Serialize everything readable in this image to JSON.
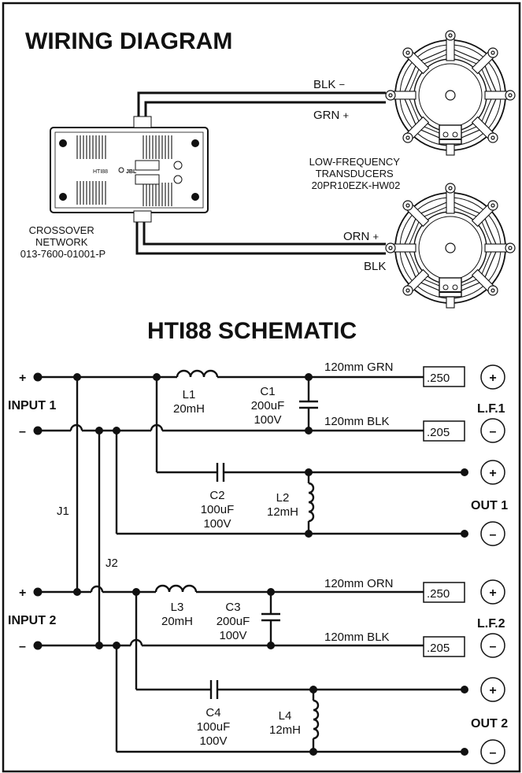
{
  "wiring": {
    "title": "WIRING DIAGRAM",
    "upper_wires": {
      "black": "BLK",
      "black_sign": "−",
      "green": "GRN",
      "green_sign": "+"
    },
    "lower_wires": {
      "orange": "ORN",
      "orange_sign": "+",
      "black": "BLK"
    },
    "transducers": [
      "LOW-FREQUENCY",
      "TRANSDUCERS",
      "20PR10EZK-HW02"
    ],
    "crossover": [
      "CROSSOVER",
      "NETWORK",
      "013-7600-01001-P"
    ],
    "board": {
      "model": "HTI88",
      "brand": "JBL"
    }
  },
  "schematic": {
    "title": "HTI88 SCHEMATIC",
    "input1": "INPUT 1",
    "input2": "INPUT 2",
    "plus": "+",
    "minus": "–",
    "jumpers": {
      "j1": "J1",
      "j2": "J2"
    },
    "components": {
      "l1": {
        "name": "L1",
        "value": "20mH"
      },
      "c1": {
        "name": "C1",
        "value": "200uF",
        "voltage": "100V"
      },
      "c2": {
        "name": "C2",
        "value": "100uF",
        "voltage": "100V"
      },
      "l2": {
        "name": "L2",
        "value": "12mH"
      },
      "l3": {
        "name": "L3",
        "value": "20mH"
      },
      "c3": {
        "name": "C3",
        "value": "200uF",
        "voltage": "100V"
      },
      "c4": {
        "name": "C4",
        "value": "100uF",
        "voltage": "100V"
      },
      "l4": {
        "name": "L4",
        "value": "12mH"
      }
    },
    "leads": {
      "lf1_pos": {
        "label": "120mm GRN",
        "terminal": ".250"
      },
      "lf1_neg": {
        "label": "120mm BLK",
        "terminal": ".205"
      },
      "lf2_pos": {
        "label": "120mm ORN",
        "terminal": ".250"
      },
      "lf2_neg": {
        "label": "120mm BLK",
        "terminal": ".205"
      }
    },
    "outputs": {
      "lf1": "L.F.1",
      "out1": "OUT 1",
      "lf2": "L.F.2",
      "out2": "OUT 2"
    }
  }
}
